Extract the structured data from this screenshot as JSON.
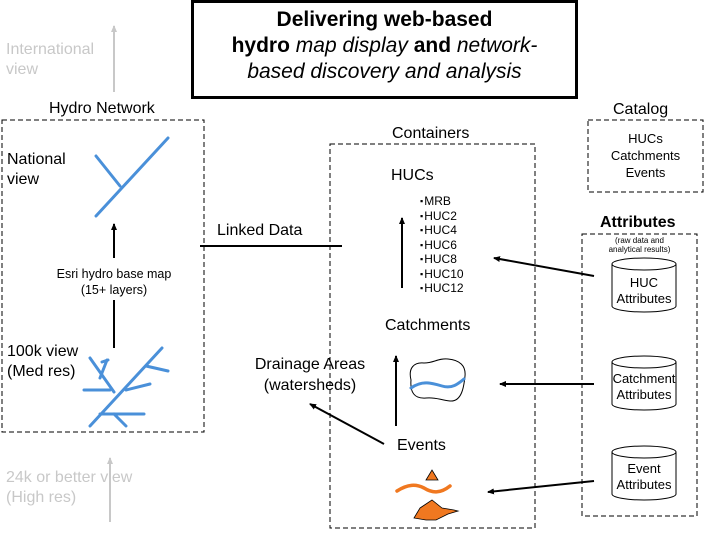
{
  "title": {
    "parts": [
      {
        "text": "Delivering web-based",
        "style": "bold"
      },
      {
        "text": "hydro",
        "style": "bold"
      },
      {
        "text": " map display",
        "style": "italic"
      },
      {
        "text": " and ",
        "style": "bold"
      },
      {
        "text": "network-",
        "style": "italic"
      },
      {
        "text": "based discovery and analysis",
        "style": "italic"
      }
    ],
    "line1": "Delivering web-based",
    "line2_a": "hydro",
    "line2_b": "map display",
    "line2_c": "and",
    "line2_d": "network-",
    "line3": "based discovery and analysis"
  },
  "left_scale": {
    "international_view": [
      "International",
      "view"
    ],
    "high_res_view": [
      "24k or better view",
      "(High res)"
    ]
  },
  "hydro_network": {
    "heading": "Hydro Network",
    "national_view": [
      "National",
      "view"
    ],
    "basemap": [
      "Esri hydro base map",
      "(15+ layers)"
    ],
    "med_res_view": [
      "100k view",
      "(Med res)"
    ]
  },
  "linked_data": {
    "label": "Linked Data"
  },
  "containers": {
    "heading": "Containers",
    "hucs": {
      "label": "HUCs",
      "levels": [
        "MRB",
        "HUC2",
        "HUC4",
        "HUC6",
        "HUC8",
        "HUC10",
        "HUC12"
      ]
    },
    "catchments": {
      "label": "Catchments"
    },
    "events": {
      "label": "Events"
    }
  },
  "drainage_areas": {
    "label": [
      "Drainage Areas",
      "(watersheds)"
    ]
  },
  "catalog": {
    "heading": "Catalog",
    "items": [
      "HUCs",
      "Catchments",
      "Events"
    ]
  },
  "attributes": {
    "heading": "Attributes",
    "note": [
      "(raw data and",
      "analytical results)"
    ],
    "stores": [
      {
        "name": [
          "HUC",
          "Attributes"
        ]
      },
      {
        "name": [
          "Catchment",
          "Attributes"
        ]
      },
      {
        "name": [
          "Event",
          "Attributes"
        ]
      }
    ]
  },
  "colors": {
    "stream_blue": "#4a90d9",
    "event_orange": "#f07820",
    "faded_text": "#c8c8c8",
    "line": "#000000"
  }
}
